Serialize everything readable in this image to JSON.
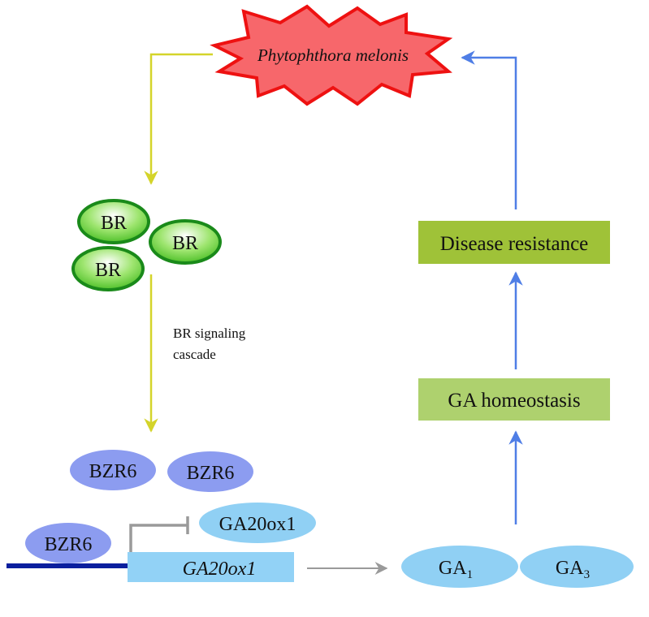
{
  "pathogen": {
    "label": "Phytophthora melonis"
  },
  "br": {
    "molecules": [
      "BR",
      "BR",
      "BR"
    ],
    "signaling_label_line1": "BR signaling",
    "signaling_label_line2": "cascade"
  },
  "bzr6": {
    "free": [
      "BZR6",
      "BZR6"
    ],
    "bound": "BZR6"
  },
  "gene": {
    "name": "GA20ox1",
    "protein": "GA20ox1"
  },
  "gibberellins": [
    {
      "base": "GA",
      "sub": "1"
    },
    {
      "base": "GA",
      "sub": "3"
    }
  ],
  "outcomes": {
    "homeostasis": "GA homeostasis",
    "resistance": "Disease resistance"
  },
  "colors": {
    "pathogen_fill": "#f7676b",
    "pathogen_stroke": "#ee1111",
    "yellow_arrow": "#d4d42a",
    "blue_arrow": "#4f7ee6",
    "gray_arrow": "#9a9a9a",
    "br_fill": "#55cc33",
    "br_stroke": "#1a8a1a",
    "bzr6_fill": "#8c9cf0",
    "ga_fill": "#90d0f4",
    "gene_box": "#92d2f6",
    "dna": "#0a1f9e",
    "resistance_box": "#9fc238",
    "homeostasis_box": "#aed16e"
  }
}
